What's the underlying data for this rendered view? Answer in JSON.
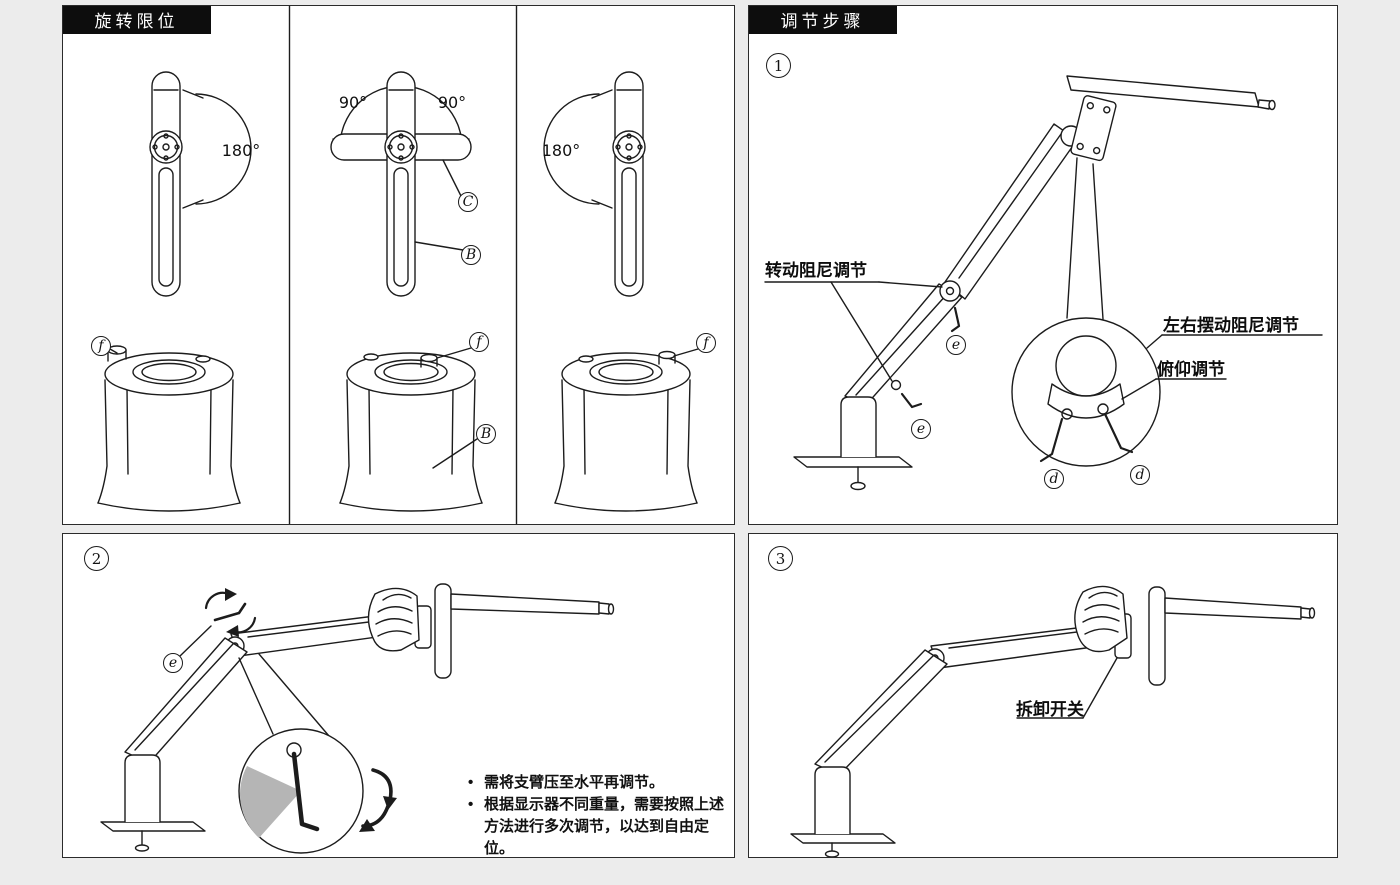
{
  "rotation_panel": {
    "title": "旋转限位",
    "col1": {
      "angle": "180°",
      "marker_f": "f"
    },
    "col2": {
      "angle_left": "90°",
      "angle_right": "90°",
      "marker_c": "C",
      "marker_b_arm": "B",
      "marker_f": "f",
      "marker_b_base": "B"
    },
    "col3": {
      "angle": "180°",
      "marker_f": "f"
    }
  },
  "steps_panel": {
    "title": "调节步骤",
    "step_number": "1",
    "label_rotation_damping": "转动阻尼调节",
    "label_swing_damping": "左右摆动阻尼调节",
    "label_tilt": "俯仰调节",
    "marker_e_upper": "e",
    "marker_e_lower": "e",
    "marker_d_left": "d",
    "marker_d_right": "d"
  },
  "step2_panel": {
    "step_number": "2",
    "marker_e": "e",
    "bullet": "•",
    "note_line1": "需将支臂压至水平再调节。",
    "note_line2": "根据显示器不同重量，需要按照上述",
    "note_line3": "方法进行多次调节，以达到自由定位。"
  },
  "step3_panel": {
    "step_number": "3",
    "label_detach": "拆卸开关"
  }
}
